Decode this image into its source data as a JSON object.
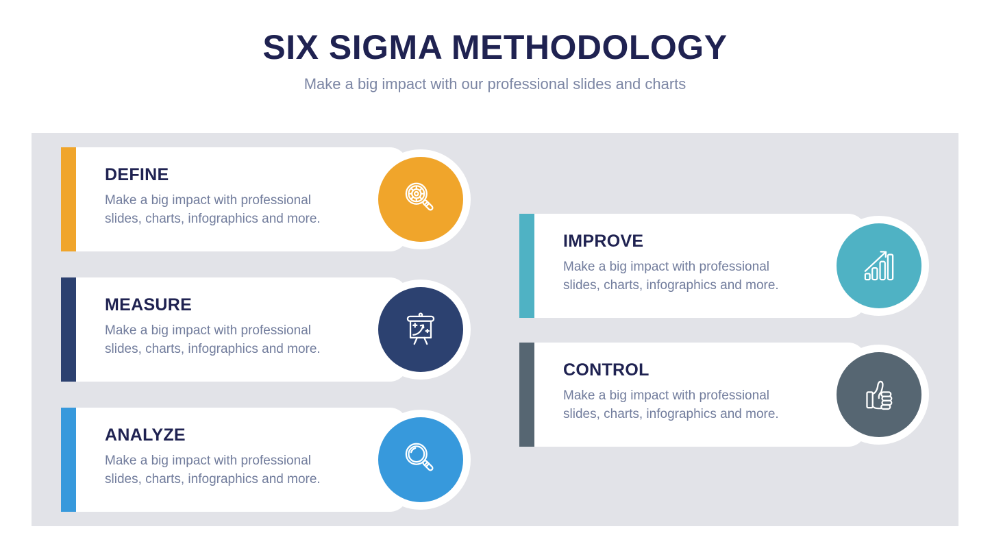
{
  "header": {
    "title": "SIX SIGMA METHODOLOGY",
    "subtitle": "Make a big impact with our professional slides and charts"
  },
  "cards": [
    {
      "title": "DEFINE",
      "description": "Make a big impact with professional slides, charts, infographics and more.",
      "accent": "#F0A52B",
      "icon": "magnifier-gear-icon"
    },
    {
      "title": "MEASURE",
      "description": "Make a big impact with professional slides, charts, infographics and more.",
      "accent": "#2C4170",
      "icon": "presentation-board-icon"
    },
    {
      "title": "ANALYZE",
      "description": "Make a big impact with professional slides, charts, infographics and more.",
      "accent": "#3799DC",
      "icon": "magnifier-icon"
    },
    {
      "title": "IMPROVE",
      "description": "Make a big impact with professional slides, charts, infographics and more.",
      "accent": "#4FB2C4",
      "icon": "growth-chart-icon"
    },
    {
      "title": "CONTROL",
      "description": "Make a big impact with professional slides, charts, infographics and more.",
      "accent": "#566672",
      "icon": "thumbs-up-icon"
    }
  ],
  "colors": {
    "heading": "#1F2251",
    "body_text": "#717C9C",
    "subtitle_text": "#7C86A4",
    "panel_background": "#E2E3E8"
  }
}
